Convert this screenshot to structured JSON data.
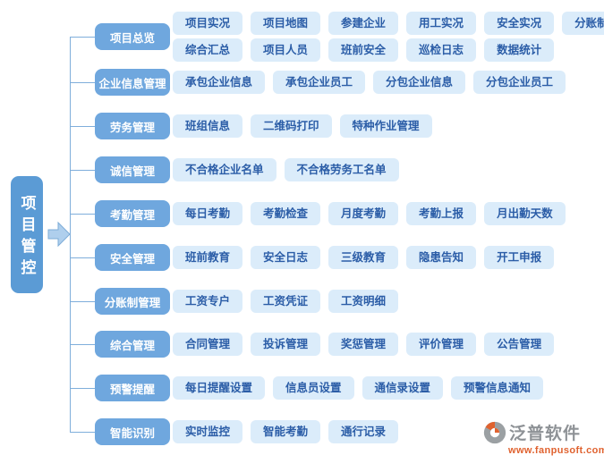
{
  "root": {
    "label": "项目管控"
  },
  "groups": [
    {
      "label": "项目总览",
      "rows": [
        [
          "项目实况",
          "项目地图",
          "参建企业",
          "用工实况",
          "安全实况",
          "分账制实况"
        ],
        [
          "综合汇总",
          "项目人员",
          "班前安全",
          "巡检日志",
          "数据统计"
        ]
      ]
    },
    {
      "label": "企业信息管理",
      "rows": [
        [
          "承包企业信息",
          "承包企业员工",
          "分包企业信息",
          "分包企业员工"
        ]
      ]
    },
    {
      "label": "劳务管理",
      "rows": [
        [
          "班组信息",
          "二维码打印",
          "特种作业管理"
        ]
      ]
    },
    {
      "label": "诚信管理",
      "rows": [
        [
          "不合格企业名单",
          "不合格劳务工名单"
        ]
      ]
    },
    {
      "label": "考勤管理",
      "rows": [
        [
          "每日考勤",
          "考勤检查",
          "月度考勤",
          "考勤上报",
          "月出勤天数"
        ]
      ]
    },
    {
      "label": "安全管理",
      "rows": [
        [
          "班前教育",
          "安全日志",
          "三级教育",
          "隐患告知",
          "开工申报"
        ]
      ]
    },
    {
      "label": "分账制管理",
      "rows": [
        [
          "工资专户",
          "工资凭证",
          "工资明细"
        ]
      ]
    },
    {
      "label": "综合管理",
      "rows": [
        [
          "合同管理",
          "投诉管理",
          "奖惩管理",
          "评价管理",
          "公告管理"
        ]
      ]
    },
    {
      "label": "预警提醒",
      "rows": [
        [
          "每日提醒设置",
          "信息员设置",
          "通信录设置",
          "预警信息通知"
        ]
      ]
    },
    {
      "label": "智能识别",
      "rows": [
        [
          "实时监控",
          "智能考勤",
          "通行记录"
        ]
      ]
    }
  ],
  "watermark": {
    "brand": "泛普软件",
    "url": "www.fanpusoft.com"
  },
  "colors": {
    "root_bg": "#5B9BD5",
    "category_bg": "#6FA7DE",
    "item_bg": "#DBECFA",
    "item_text": "#2B5DA7",
    "line": "#7FAEDB",
    "arrow_fill": "#AFCFED",
    "brand_text": "#8E9296",
    "url_text": "#E0622F"
  }
}
